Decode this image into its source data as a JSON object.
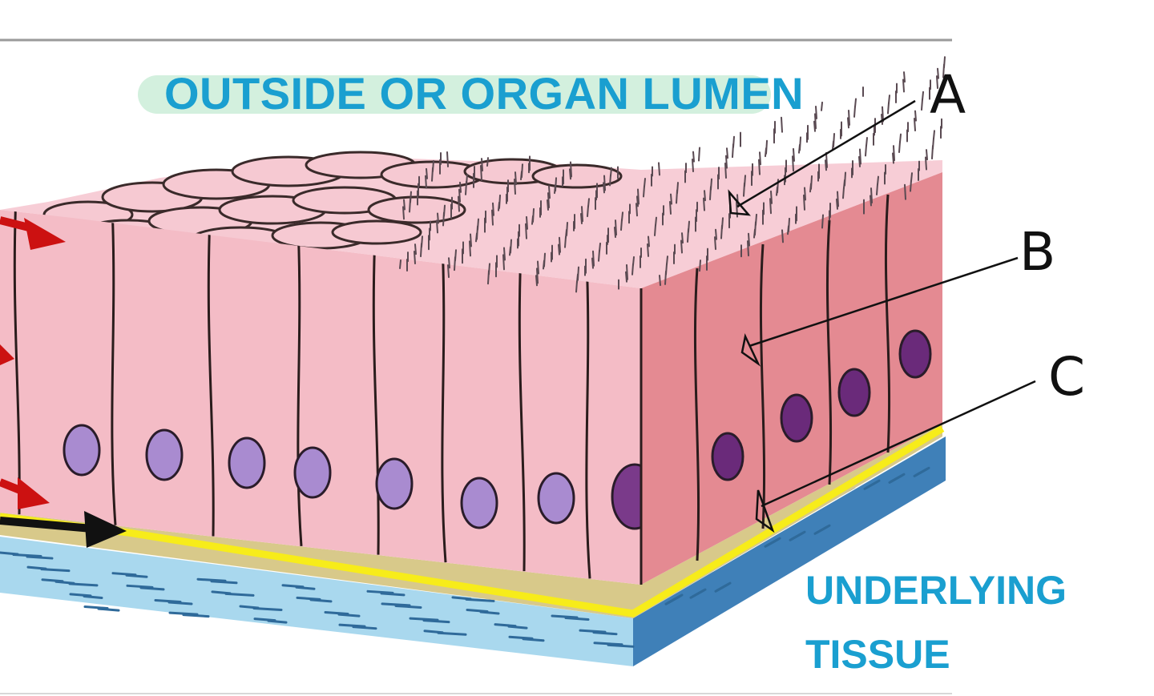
{
  "diagram": {
    "top_label": "OUTSIDE OR ORGAN LUMEN",
    "bottom_label_line1": "UNDERLYING",
    "bottom_label_line2": "TISSUE",
    "markers": [
      {
        "id": "A",
        "label": "A"
      },
      {
        "id": "B",
        "label": "B"
      },
      {
        "id": "C",
        "label": "C"
      }
    ]
  },
  "colors": {
    "label_blue": "#1a9fd0",
    "label_highlight": "#d3f0de",
    "cell_pink": "#f4bcc6",
    "cell_side": "#e48a92",
    "nucleus_light": "#a98bd0",
    "nucleus_dark": "#6a2a7a",
    "basement_membrane": "#f7ec1a",
    "connective_tissue": "#9fd2ea",
    "connective_side": "#3f80b8",
    "arrow_red": "#cc1111",
    "arrow_black": "#111111"
  }
}
